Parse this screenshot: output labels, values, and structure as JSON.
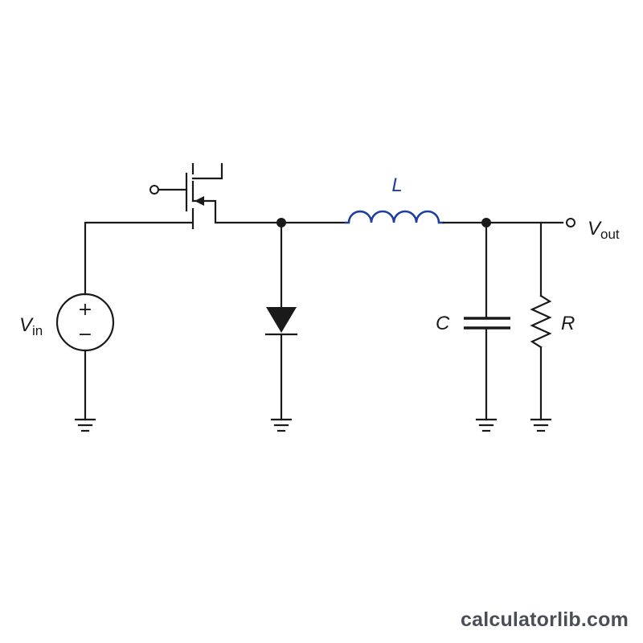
{
  "labels": {
    "vin_main": "V",
    "vin_sub": "in",
    "vout_main": "V",
    "vout_sub": "out",
    "inductor": "L",
    "capacitor": "C",
    "resistor": "R",
    "source_plus": "+",
    "source_minus": "−"
  },
  "colors": {
    "wire": "#1a1a1a",
    "inductor": "#1f3f9e",
    "watermark": "#4a4f57"
  },
  "icons": {
    "switch": "mosfet-icon",
    "source": "voltage-source-icon",
    "diode": "diode-icon",
    "inductor": "inductor-icon",
    "capacitor": "capacitor-icon",
    "resistor": "resistor-icon",
    "ground": "ground-icon"
  },
  "watermark": "calculatorlib.com"
}
